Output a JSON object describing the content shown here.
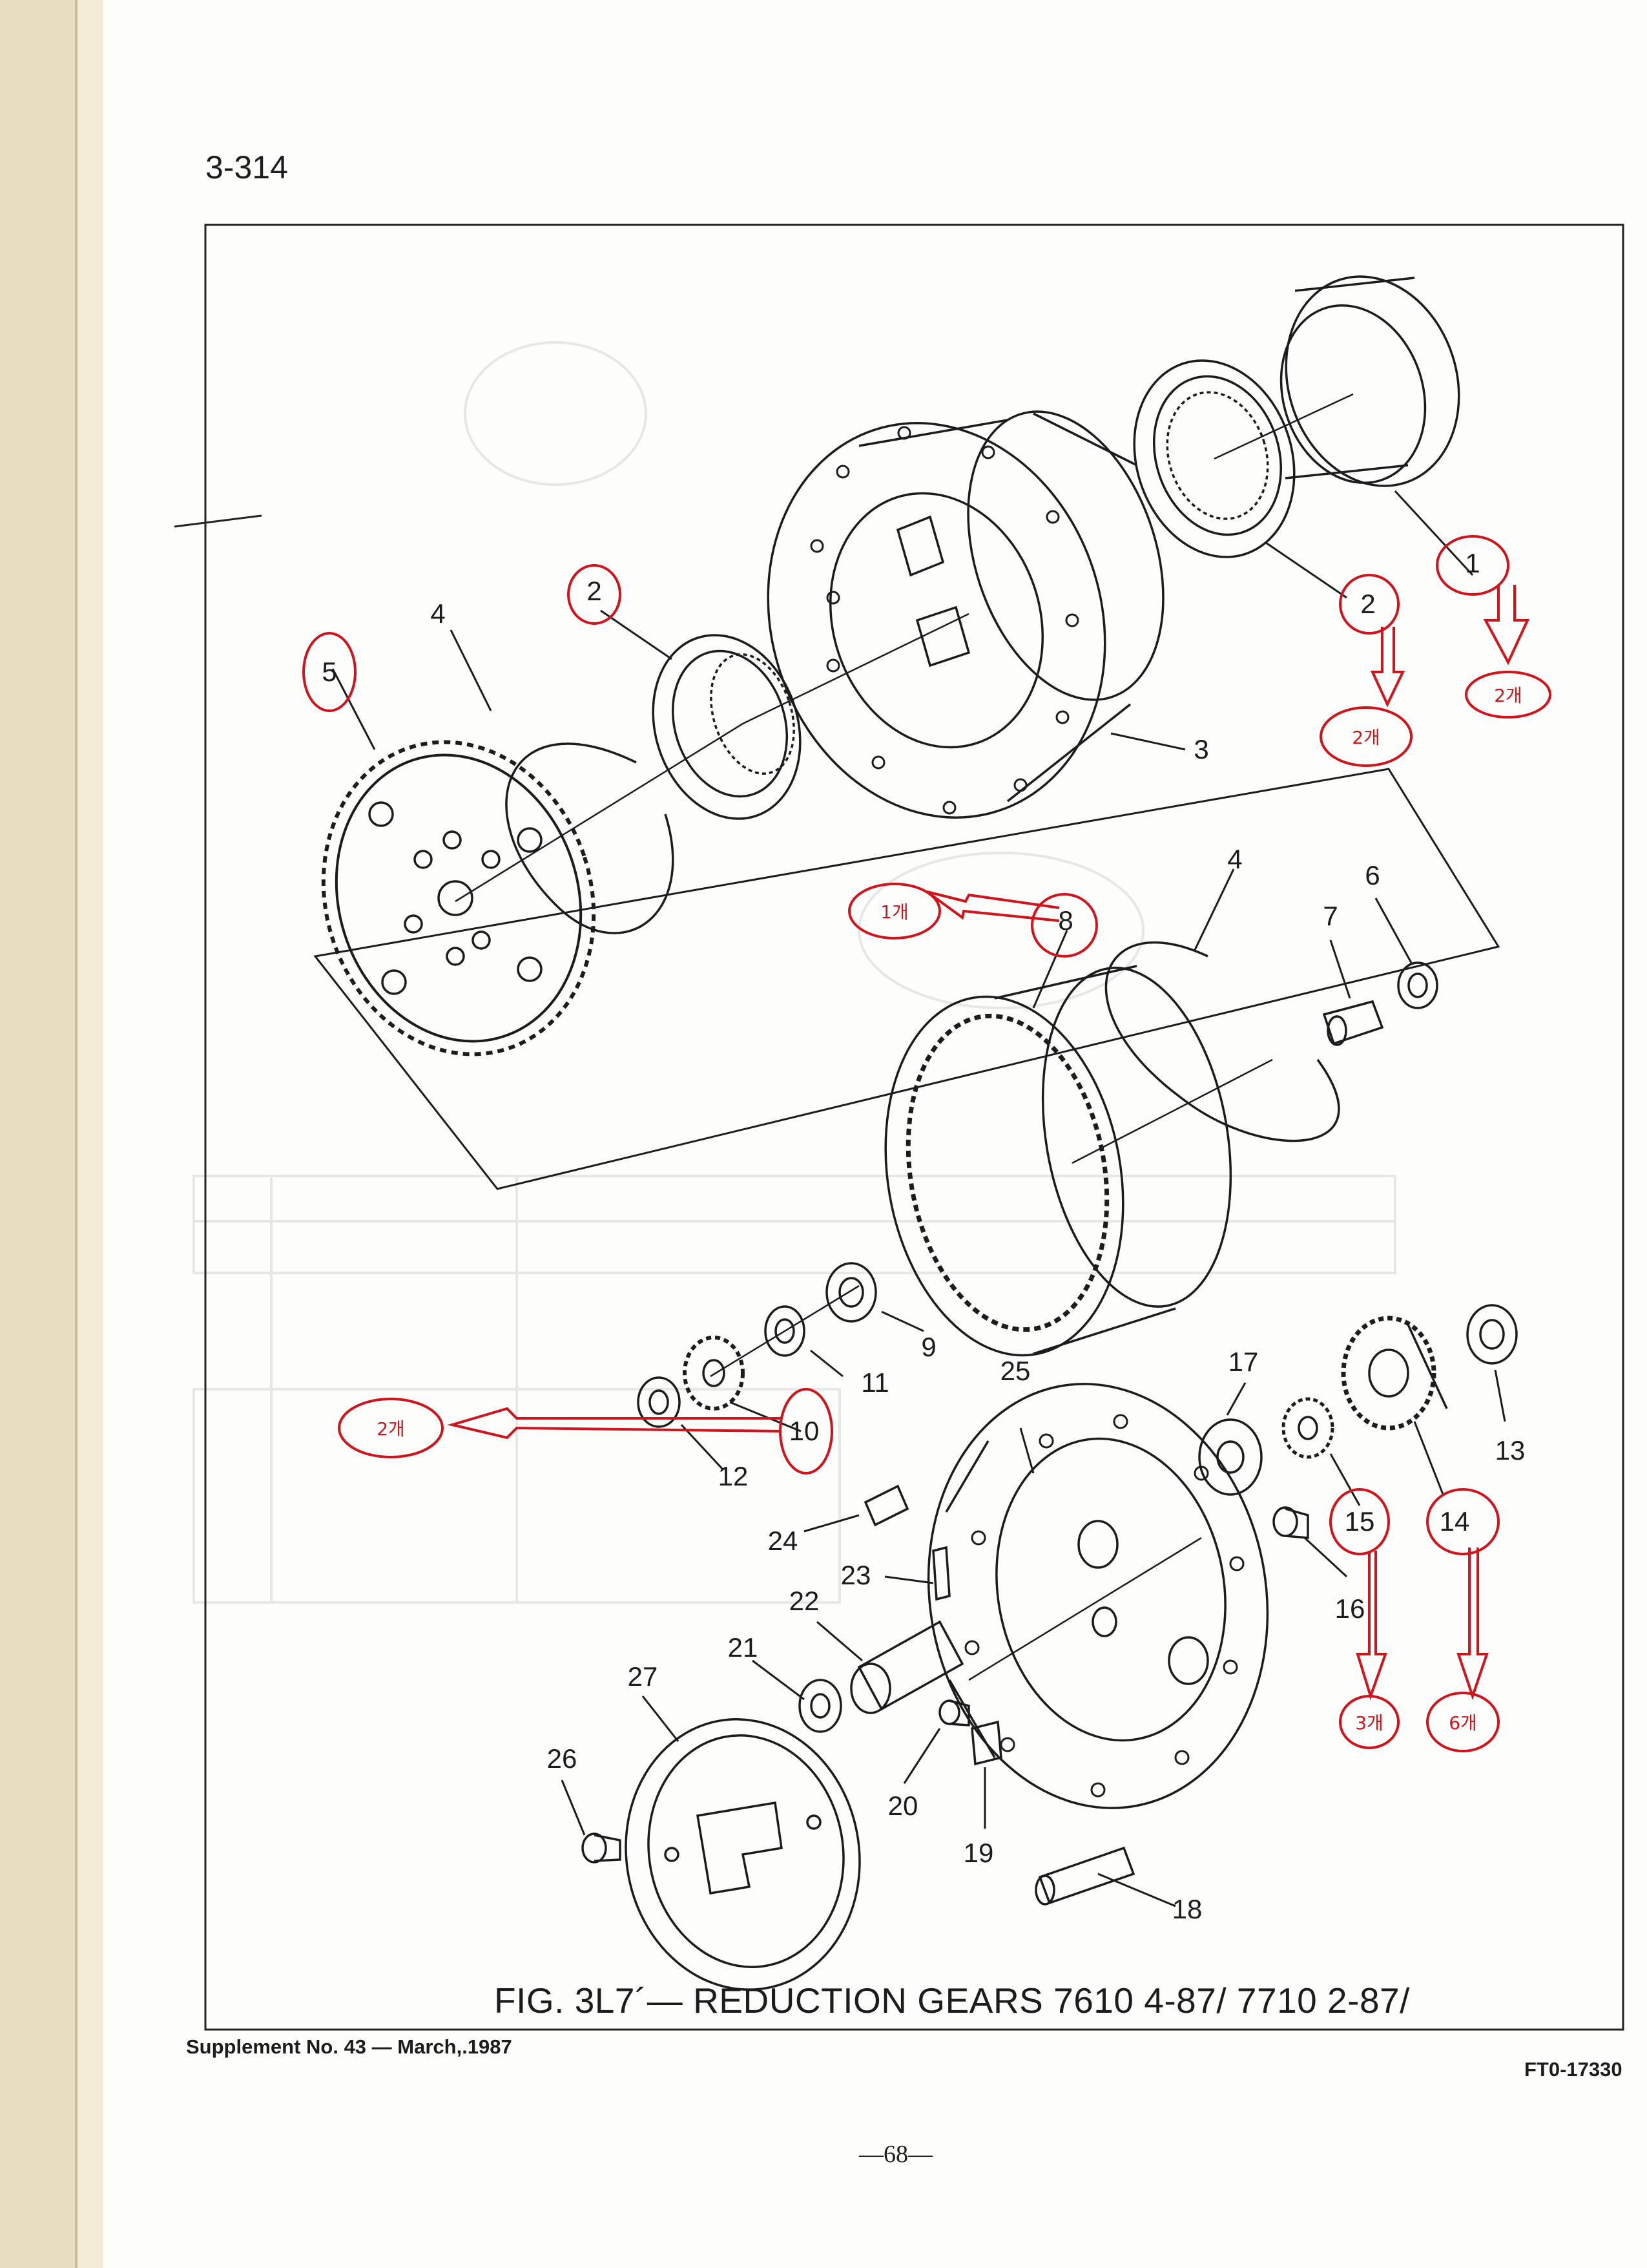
{
  "page": {
    "page_number": "3-314",
    "supplement": "Supplement No. 43 — March,.1987",
    "figure_code": "FT0-17330",
    "footer_page": "—68—"
  },
  "figure": {
    "caption": "FIG. 3L7´— REDUCTION GEARS 7610 4-87/ 7710 2-87/"
  },
  "callouts": [
    {
      "id": "c1",
      "label": "1"
    },
    {
      "id": "c2a",
      "label": "2"
    },
    {
      "id": "c2b",
      "label": "2"
    },
    {
      "id": "c3",
      "label": "3"
    },
    {
      "id": "c4a",
      "label": "4"
    },
    {
      "id": "c4b",
      "label": "4"
    },
    {
      "id": "c5",
      "label": "5"
    },
    {
      "id": "c6",
      "label": "6"
    },
    {
      "id": "c7",
      "label": "7"
    },
    {
      "id": "c8",
      "label": "8"
    },
    {
      "id": "c9",
      "label": "9"
    },
    {
      "id": "c10",
      "label": "10"
    },
    {
      "id": "c11",
      "label": "11"
    },
    {
      "id": "c12",
      "label": "12"
    },
    {
      "id": "c13",
      "label": "13"
    },
    {
      "id": "c14",
      "label": "14"
    },
    {
      "id": "c15",
      "label": "15"
    },
    {
      "id": "c16",
      "label": "16"
    },
    {
      "id": "c17",
      "label": "17"
    },
    {
      "id": "c18",
      "label": "18"
    },
    {
      "id": "c19",
      "label": "19"
    },
    {
      "id": "c20",
      "label": "20"
    },
    {
      "id": "c21",
      "label": "21"
    },
    {
      "id": "c22",
      "label": "22"
    },
    {
      "id": "c23",
      "label": "23"
    },
    {
      "id": "c24",
      "label": "24"
    },
    {
      "id": "c25",
      "label": "25"
    },
    {
      "id": "c26",
      "label": "26"
    },
    {
      "id": "c27",
      "label": "27"
    }
  ],
  "annotations": [
    {
      "id": "a1",
      "text": "2개"
    },
    {
      "id": "a2",
      "text": "2개"
    },
    {
      "id": "a3",
      "text": "1개"
    },
    {
      "id": "a4",
      "text": "2개"
    },
    {
      "id": "a5",
      "text": "3개"
    },
    {
      "id": "a6",
      "text": "6개"
    }
  ],
  "colors": {
    "paper_edge": "#e8dcc0",
    "ink": "#1c1c1c",
    "annotation_red": "#d0141c",
    "faint_ghost": "#c9c9c9"
  }
}
